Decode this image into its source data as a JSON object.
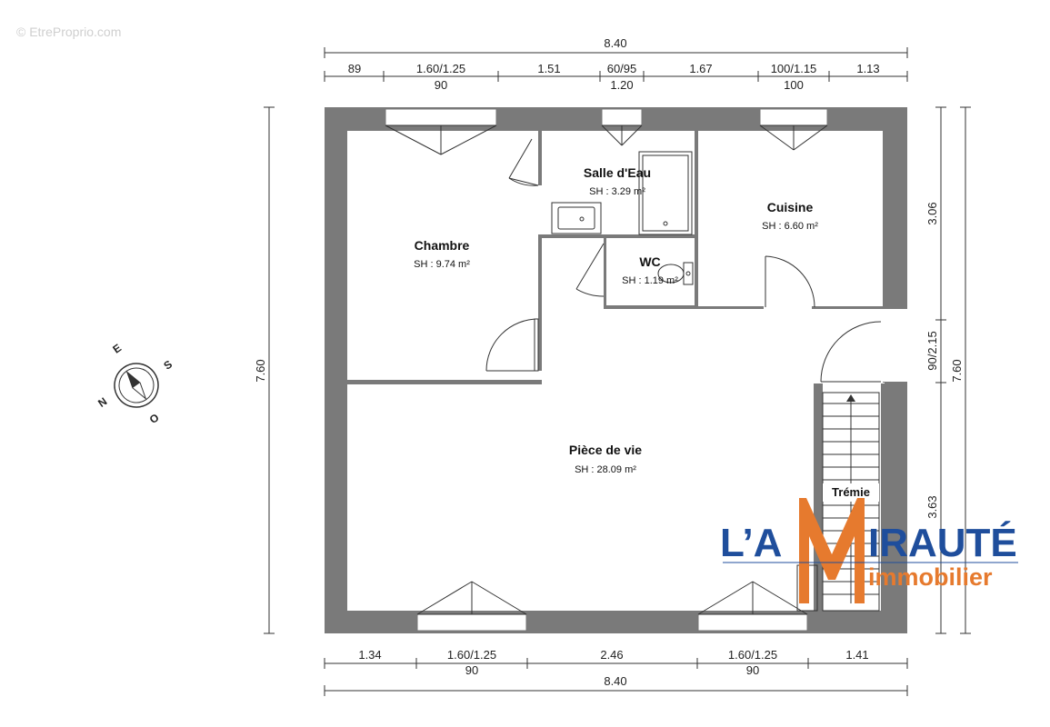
{
  "watermark": "© EtreProprio.com",
  "dimensions": {
    "top_total": "8.40",
    "top_segments": [
      "89",
      "1.60/1.25",
      "1.51",
      "60/95",
      "1.67",
      "100/1.15",
      "1.13"
    ],
    "top_sub": [
      "90",
      "1.20",
      "100"
    ],
    "bottom_segments": [
      "1.34",
      "1.60/1.25",
      "2.46",
      "1.60/1.25",
      "1.41"
    ],
    "bottom_sub": [
      "90",
      "90"
    ],
    "bottom_total": "8.40",
    "left_total": "7.60",
    "right_total": "7.60",
    "right_segments": [
      "3.06",
      "90/2.15",
      "3.63"
    ]
  },
  "rooms": [
    {
      "name": "Salle d'Eau",
      "area": "SH : 3.29 m²"
    },
    {
      "name": "Cuisine",
      "area": "SH : 6.60 m²"
    },
    {
      "name": "Chambre",
      "area": "SH : 9.74 m²"
    },
    {
      "name": "WC",
      "area": "SH : 1.19 m²"
    },
    {
      "name": "Pièce de vie",
      "area": "SH : 28.09 m²"
    },
    {
      "name": "Trémie",
      "area": ""
    }
  ],
  "compass": {
    "letters": [
      "E",
      "S",
      "N",
      "O"
    ]
  },
  "logo": {
    "main_left": "L’A",
    "main_right": "IRAUTÉ",
    "sub": "immobilier",
    "blue": "#1f4e9c",
    "orange": "#e67a2e"
  },
  "colors": {
    "wall": "#7a7a7a",
    "line": "#333333"
  }
}
